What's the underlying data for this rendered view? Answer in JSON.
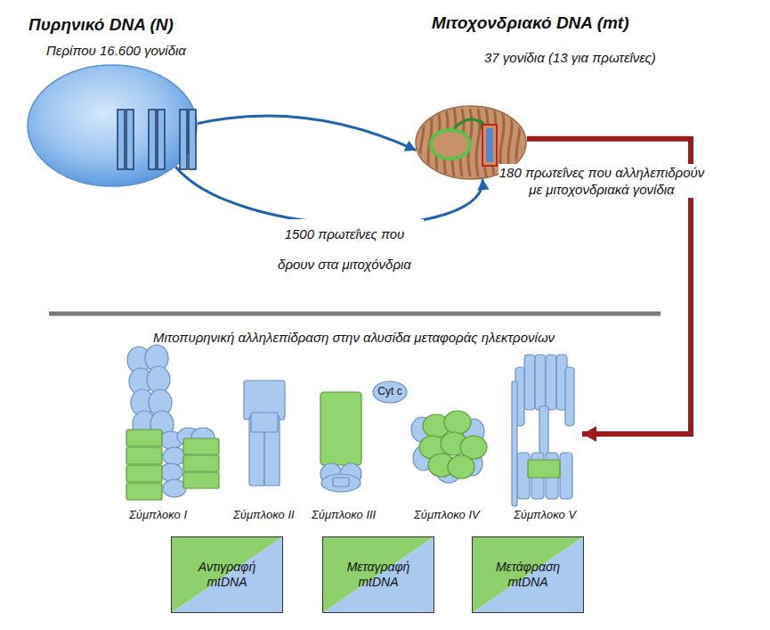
{
  "diagram": {
    "nodes": [
      {
        "text": [
          "Πυρηνικό DNA (N)",
          "Περίπου 16.600 γονίδια"
        ]
      },
      {
        "text": [
          "Μιτοχονδριακό DNA (mt)",
          "37 γονίδια (13 για πρωτεΐνες)"
        ]
      },
      {
        "text": [
          "Σύμπλοκο I"
        ]
      },
      {
        "text": [
          "Σύμπλοκο II"
        ]
      },
      {
        "text": [
          "Σύμπλοκο III"
        ]
      },
      {
        "text": [
          "Cyt c"
        ]
      },
      {
        "text": [
          "Σύμπλοκο IV"
        ]
      },
      {
        "text": [
          "Σύμπλοκο V"
        ]
      },
      {
        "text": [
          "Αντιγραφή mtDNA"
        ]
      },
      {
        "text": [
          "Μεταγραφή mtDNA"
        ]
      },
      {
        "text": [
          "Μετάφραση mtDNA"
        ]
      }
    ],
    "edges": [
      {
        "from": 0,
        "to": 1,
        "arrow": "to"
      },
      {
        "from": 0,
        "to": 1,
        "arrow": "to",
        "label": "1500 πρωτεΐνες που δρουν στα μιτοχόνδρια"
      },
      {
        "from": 1,
        "to": 7,
        "arrow": "to",
        "label": "180 πρωτεΐνες που αλληλεπιδρούν με μιτοχονδριακά γονίδια"
      }
    ],
    "labels": [
      "Μιτοπυρηνική αλληλεπίδραση στην αλυσίδα μεταφοράς ηλεκτρονίων"
    ]
  }
}
